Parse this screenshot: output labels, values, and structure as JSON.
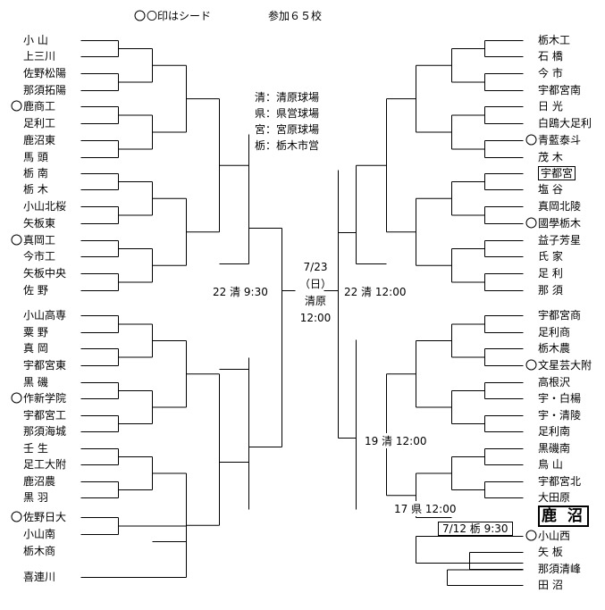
{
  "header": {
    "seed_note": "〇印はシード",
    "participants": "参加６５校"
  },
  "venues": [
    "清：清原球場",
    "県：県営球場",
    "宮：宮原球場",
    "栃：栃木市営"
  ],
  "final": {
    "date": "7/23",
    "weekday": "（日）",
    "venue": "清原",
    "time": "12:00"
  },
  "semi_left": "22 清 9:30",
  "semi_right": "22 清 12:00",
  "qf_19": "19 清 12:00",
  "r_17": "17 県 12:00",
  "r_7_12": "7/12 栃 9:30",
  "left_teams": [
    {
      "name": "小 山",
      "seed": false
    },
    {
      "name": "上三川",
      "seed": false
    },
    {
      "name": "佐野松陽",
      "seed": false
    },
    {
      "name": "那須拓陽",
      "seed": false
    },
    {
      "name": "鹿商工",
      "seed": true
    },
    {
      "name": "足利工",
      "seed": false
    },
    {
      "name": "鹿沼東",
      "seed": false
    },
    {
      "name": "馬 頭",
      "seed": false
    },
    {
      "name": "栃 南",
      "seed": false
    },
    {
      "name": "栃 木",
      "seed": false
    },
    {
      "name": "小山北桜",
      "seed": false
    },
    {
      "name": "矢板東",
      "seed": false
    },
    {
      "name": "真岡工",
      "seed": true
    },
    {
      "name": "今市工",
      "seed": false
    },
    {
      "name": "矢板中央",
      "seed": false
    },
    {
      "name": "佐 野",
      "seed": false
    },
    {
      "name": "小山高専",
      "seed": false
    },
    {
      "name": "粟 野",
      "seed": false
    },
    {
      "name": "真 岡",
      "seed": false
    },
    {
      "name": "宇都宮東",
      "seed": false
    },
    {
      "name": "黒 磯",
      "seed": false
    },
    {
      "name": "作新学院",
      "seed": true
    },
    {
      "name": "宇都宮工",
      "seed": false
    },
    {
      "name": "那須海城",
      "seed": false
    },
    {
      "name": "壬 生",
      "seed": false
    },
    {
      "name": "足工大附",
      "seed": false
    },
    {
      "name": "鹿沼農",
      "seed": false
    },
    {
      "name": "黒 羽",
      "seed": false
    },
    {
      "name": "佐野日大",
      "seed": true
    },
    {
      "name": "小山南",
      "seed": false
    },
    {
      "name": "栃木商",
      "seed": false
    },
    {
      "name": "喜連川",
      "seed": false
    }
  ],
  "right_teams": [
    {
      "name": "栃木工",
      "seed": false
    },
    {
      "name": "石 橋",
      "seed": false
    },
    {
      "name": "今 市",
      "seed": false
    },
    {
      "name": "宇都宮南",
      "seed": false
    },
    {
      "name": "日 光",
      "seed": false
    },
    {
      "name": "白鴎大足利",
      "seed": false
    },
    {
      "name": "青藍泰斗",
      "seed": true
    },
    {
      "name": "茂 木",
      "seed": false
    },
    {
      "name": "宇都宮",
      "seed": false,
      "boxed": true
    },
    {
      "name": "塩 谷",
      "seed": false
    },
    {
      "name": "真岡北陵",
      "seed": false
    },
    {
      "name": "國學栃木",
      "seed": true
    },
    {
      "name": "益子芳星",
      "seed": false
    },
    {
      "name": "氏 家",
      "seed": false
    },
    {
      "name": "足 利",
      "seed": false
    },
    {
      "name": "那 須",
      "seed": false
    },
    {
      "name": "宇都宮商",
      "seed": false
    },
    {
      "name": "足利商",
      "seed": false
    },
    {
      "name": "栃木農",
      "seed": false
    },
    {
      "name": "文星芸大附",
      "seed": true
    },
    {
      "name": "高根沢",
      "seed": false
    },
    {
      "name": "宇・白楊",
      "seed": false
    },
    {
      "name": "宇・清陵",
      "seed": false
    },
    {
      "name": "足利南",
      "seed": false
    },
    {
      "name": "黒磯南",
      "seed": false
    },
    {
      "name": "鳥 山",
      "seed": false
    },
    {
      "name": "宇都宮北",
      "seed": false
    },
    {
      "name": "大田原",
      "seed": false
    },
    {
      "name": "鹿 沼",
      "seed": false,
      "big": true
    },
    {
      "name": "小山西",
      "seed": true
    },
    {
      "name": "矢 板",
      "seed": false
    },
    {
      "name": "那須清峰",
      "seed": false
    },
    {
      "name": "田 沼",
      "seed": false
    }
  ]
}
